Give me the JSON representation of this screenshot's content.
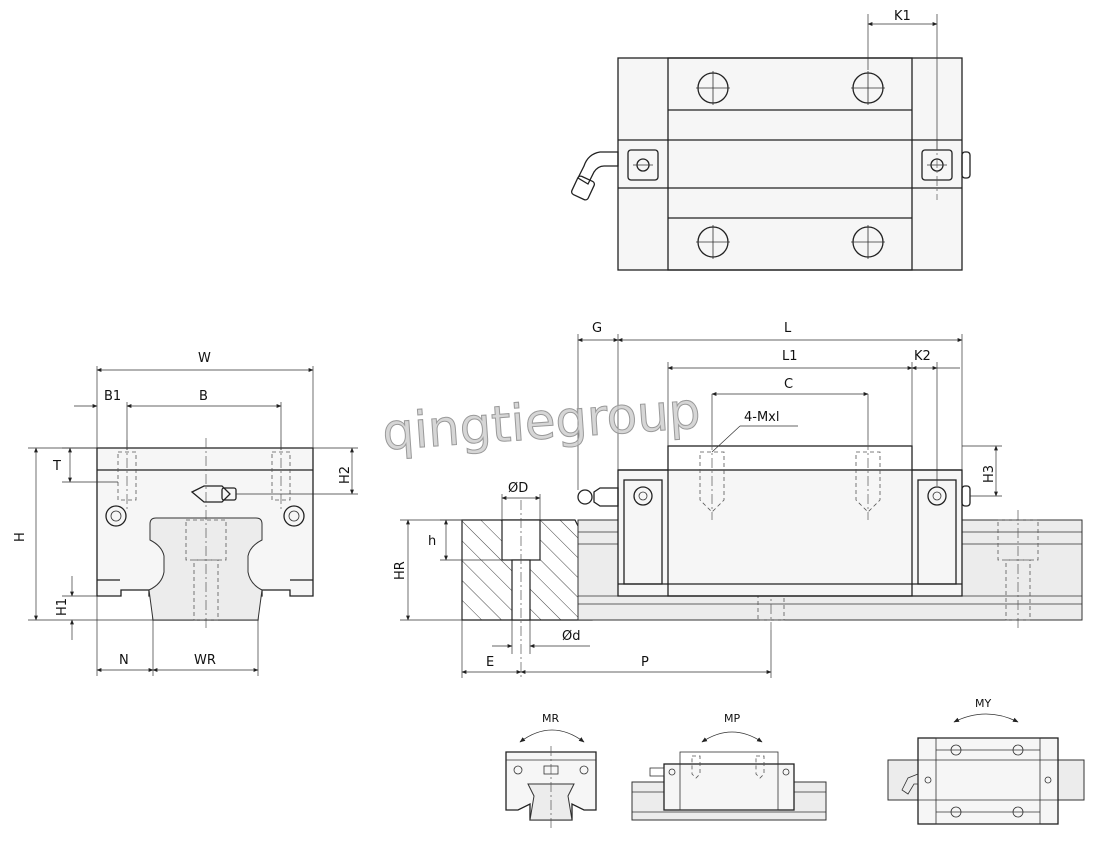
{
  "watermark": "qingtiegroup",
  "top_view": {
    "labels": {
      "k1": "K1"
    }
  },
  "front_view": {
    "labels": {
      "w": "W",
      "b1": "B1",
      "b": "B",
      "t": "T",
      "h2": "H2",
      "h": "H",
      "h1": "H1",
      "n": "N",
      "wr": "WR"
    }
  },
  "side_view": {
    "labels": {
      "g": "G",
      "l": "L",
      "l1": "L1",
      "k2": "K2",
      "c": "C",
      "thread": "4-Mxl",
      "h3": "H3",
      "od": "ØD",
      "h_small": "h",
      "hr": "HR",
      "d_small": "Ød",
      "e": "E",
      "p": "P"
    }
  },
  "moments": {
    "mr": "MR",
    "mp": "MP",
    "my": "MY"
  },
  "colors": {
    "line": "#222222",
    "fill": "#f6f6f6",
    "watermark": "#c8c8c8"
  }
}
